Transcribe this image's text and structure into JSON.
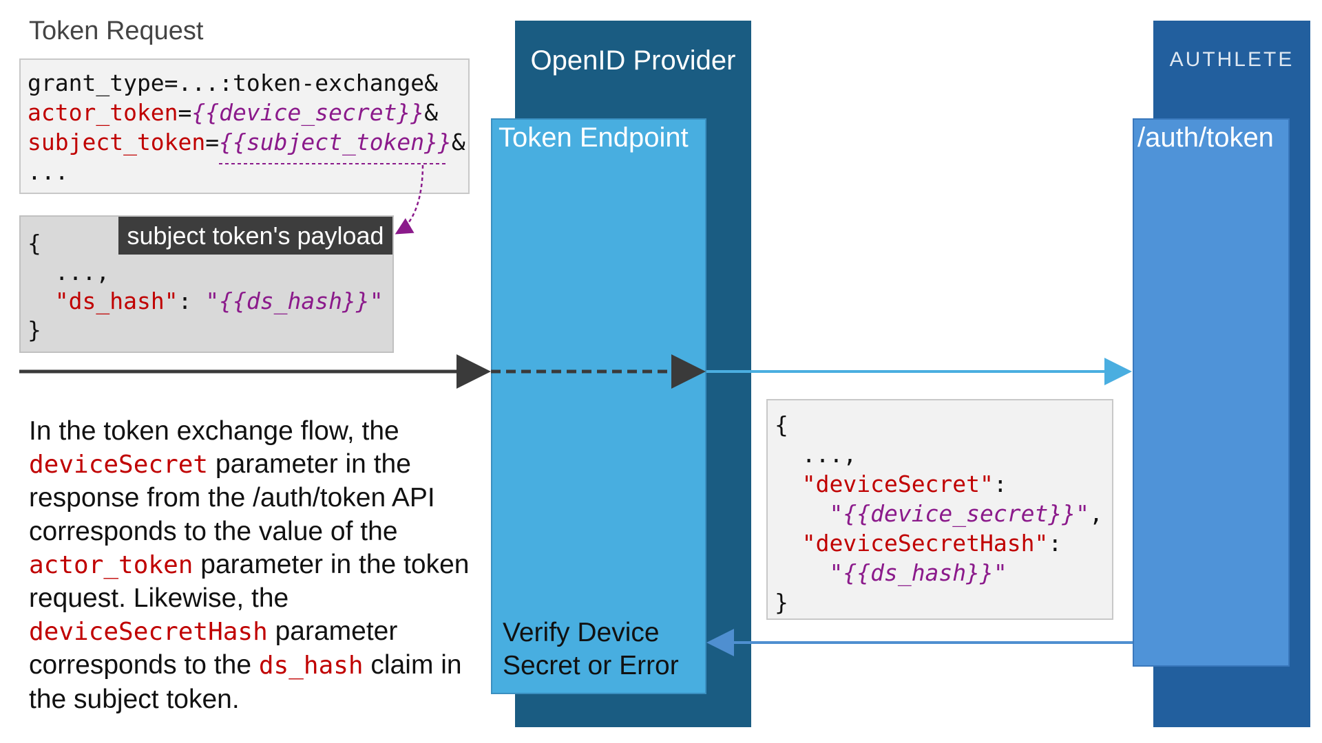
{
  "token_request": {
    "title": "Token Request",
    "line1": "grant_type=...:token-exchange&",
    "actor_key": "actor_token",
    "eq": "=",
    "actor_value": "{{device_secret}}",
    "amp": "&",
    "subject_key": "subject_token",
    "subject_value": "{{subject_token}}",
    "ellipsis": "..."
  },
  "payload": {
    "label": "subject token's payload",
    "open": "{",
    "ellipsis": "...,",
    "key": "\"ds_hash\"",
    "colon": ": ",
    "value": "\"{{ds_hash}}\"",
    "close": "}"
  },
  "openid_provider": {
    "title": "OpenID Provider",
    "endpoint": "Token Endpoint",
    "verify_line1": "Verify Device",
    "verify_line2": "Secret or Error"
  },
  "authlete": {
    "brand": "AUTHLETE",
    "endpoint": "/auth/token"
  },
  "response": {
    "open": "{",
    "ellipsis": "...,",
    "key1": "\"deviceSecret\"",
    "colon": ":",
    "value1": "\"{{device_secret}}\"",
    "comma": ",",
    "key2": "\"deviceSecretHash\"",
    "value2": "\"{{ds_hash}}\"",
    "close": "}"
  },
  "note": {
    "p1": "In the token exchange flow, the ",
    "c1": "deviceSecret",
    "p2": " parameter in the response from the /auth/token API corresponds to the value of the ",
    "c2": "actor_token",
    "p3": " parameter in the token request. Likewise, the ",
    "c3": "deviceSecretHash",
    "p4": " parameter corresponds to the ",
    "c4": "ds_hash",
    "p5": " claim in the subject token."
  },
  "colors": {
    "openid_dark": "#1a5c82",
    "token_endpoint": "#48aee0",
    "authlete_dark": "#225f9e",
    "auth_token": "#4f93d8",
    "code_key": "#c00000",
    "code_value": "#8b1a8b"
  }
}
